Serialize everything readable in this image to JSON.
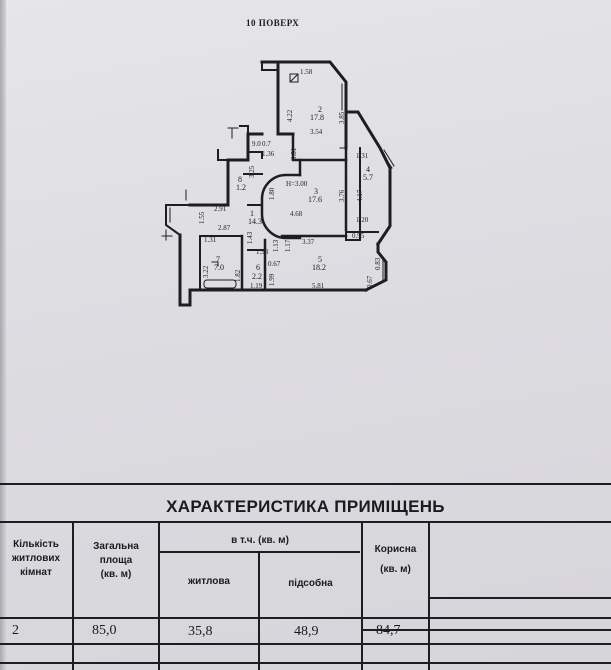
{
  "plan": {
    "floor_label": "10 ПОВЕРХ",
    "ceiling_height": "Н=3.00",
    "rooms": [
      {
        "number": "1",
        "area": "14.3"
      },
      {
        "number": "2",
        "area": "17.8"
      },
      {
        "number": "3",
        "area": "17.6"
      },
      {
        "number": "4",
        "area": "5.7"
      },
      {
        "number": "5",
        "area": "18.2"
      },
      {
        "number": "6",
        "area": "2.2"
      },
      {
        "number": "7",
        "area": "7.0"
      },
      {
        "number": "8",
        "area": "1.2"
      }
    ],
    "dimensions": [
      "1.58",
      "4.22",
      "3.85",
      "3.54",
      "0.7",
      "9.0",
      "1.36",
      "0.81",
      "1.31",
      "3.25",
      "1.80",
      "4.68",
      "3.76",
      "4.17",
      "2.91",
      "1.55",
      "2.87",
      "1.31",
      "1.43",
      "1.20",
      "1.93",
      "1.13",
      "1.17",
      "3.37",
      "0.95",
      "3.22",
      "0.67",
      "1.99",
      "0.83",
      "1.82",
      "1.19",
      "5.81",
      "0.67"
    ]
  },
  "table": {
    "title": "ХАРАКТЕРИСТИКА ПРИМІЩЕНЬ",
    "headers": {
      "rooms": [
        "Кількість",
        "житлових",
        "кімнат"
      ],
      "total": [
        "Загальна",
        "площа",
        "(кв. м)"
      ],
      "incl": "в т.ч. (кв. м)",
      "living": "житлова",
      "auxiliary": "підсобна",
      "useful": [
        "Корисна",
        "(кв. м)"
      ]
    },
    "values": {
      "rooms": "2",
      "total": "85,0",
      "living": "35,8",
      "auxiliary": "48,9",
      "useful": "84,7"
    }
  }
}
